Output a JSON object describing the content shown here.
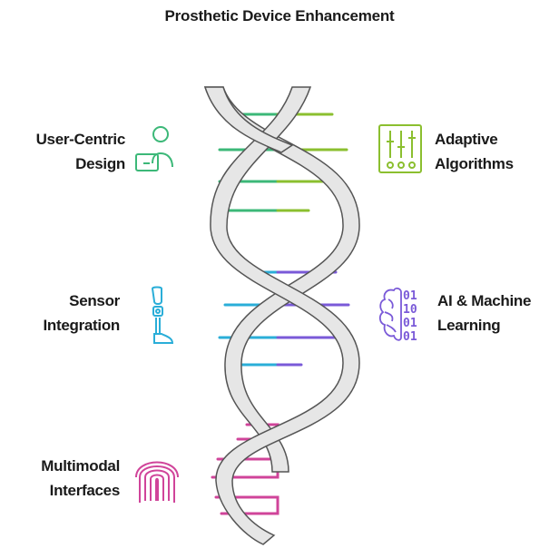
{
  "title": "Prosthetic Device Enhancement",
  "items": [
    {
      "line1": "User-Centric",
      "line2": "Design",
      "side": "left",
      "color": "#3cb878",
      "icon": "user-laptop-icon"
    },
    {
      "line1": "Adaptive",
      "line2": "Algorithms",
      "side": "right",
      "color": "#8bbf2f",
      "icon": "sliders-icon"
    },
    {
      "line1": "Sensor",
      "line2": "Integration",
      "side": "left",
      "color": "#2aaed8",
      "icon": "prosthetic-leg-icon"
    },
    {
      "line1": "AI & Machine",
      "line2": "Learning",
      "side": "right",
      "color": "#7a5ad8",
      "icon": "brain-binary-icon"
    },
    {
      "line1": "Multimodal",
      "line2": "Interfaces",
      "side": "left",
      "color": "#d0449a",
      "icon": "fingerprint-icon"
    }
  ],
  "icon_text": {
    "binary": [
      "01",
      "10",
      "01",
      "01"
    ]
  },
  "colors": {
    "helix_fill": "#e6e6e6",
    "helix_stroke": "#555555"
  }
}
